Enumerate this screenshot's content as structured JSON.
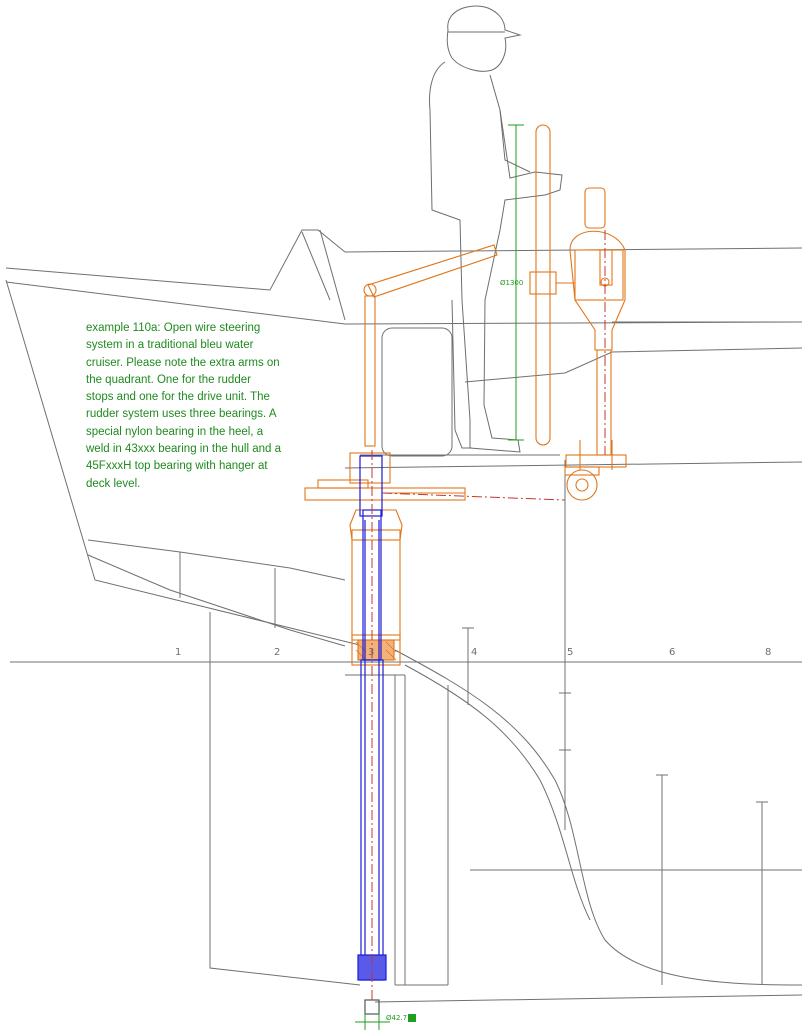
{
  "note": {
    "lines": [
      "example 110a: Open wire steering",
      "system in a traditional bleu water",
      "cruiser. Please note the extra arms on",
      "the quadrant. One for the rudder",
      "stops and one for the drive unit. The",
      "rudder system uses three bearings. A",
      "special nylon bearing in the heel, a",
      "weld in 43xxx bearing in the hull and a",
      "45FxxxH top bearing with hanger at",
      "deck level."
    ]
  },
  "dimensions": {
    "wheel_diameter": "Ø1300",
    "shaft_diameter": "Ø42.7"
  },
  "stations": [
    "1",
    "2",
    "3",
    "4",
    "5",
    "6",
    "8"
  ],
  "colors": {
    "line": "#6e6e6e",
    "rudder": "#e0761a",
    "shaft": "#1a1ad6",
    "center_line": "#c0392b",
    "dimension": "#1f9e1f",
    "note_text": "#1f8a1f"
  }
}
